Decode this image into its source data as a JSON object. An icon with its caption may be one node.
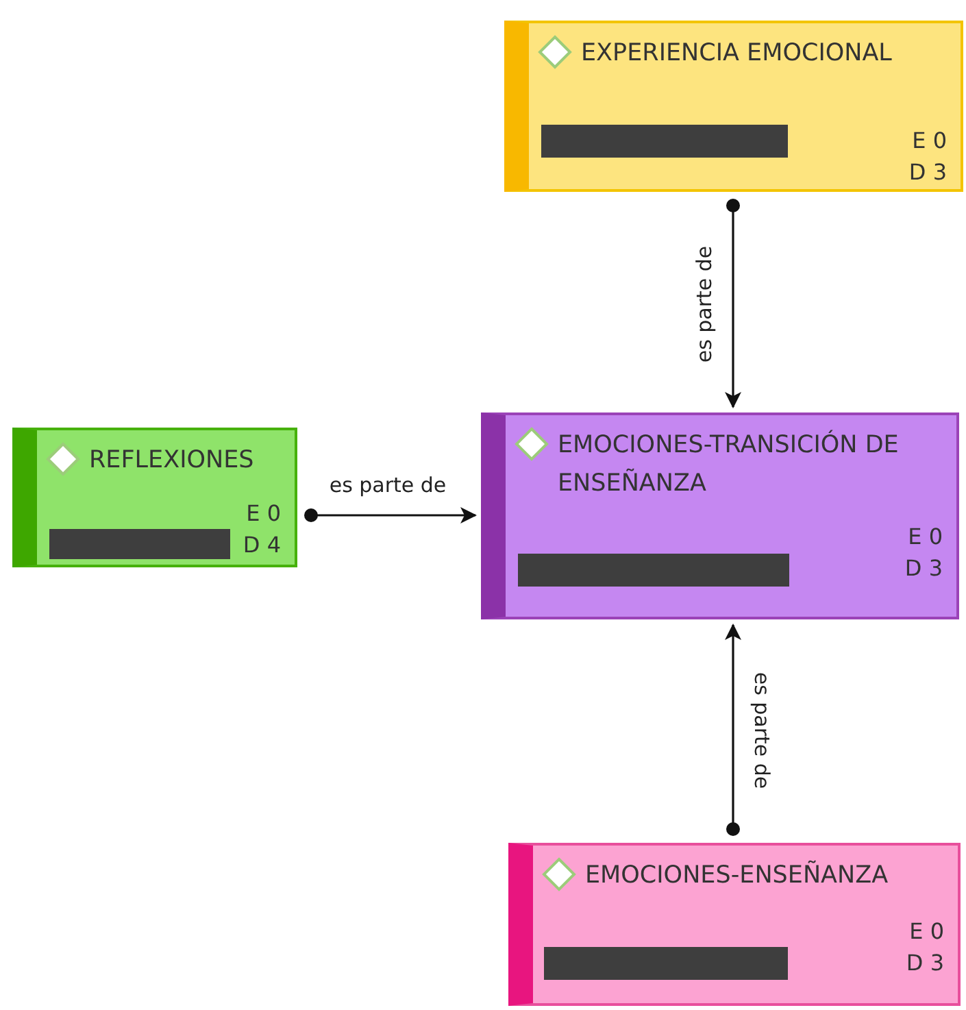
{
  "diagram": {
    "nodes": [
      {
        "text": [
          "EXPERIENCIA EMOCIONAL",
          "E 0",
          "D 3"
        ]
      },
      {
        "text": [
          "REFLEXIONES",
          "E 0",
          "D 4"
        ]
      },
      {
        "text": [
          "EMOCIONES-TRANSICIÓN DE ENSEÑANZA",
          "E 0",
          "D 3"
        ]
      },
      {
        "text": [
          "EMOCIONES-ENSEÑANZA",
          "E 0",
          "D 3"
        ]
      }
    ],
    "edges": [
      {
        "from": 0,
        "to": 2,
        "arrow": "to",
        "label": "es parte de"
      },
      {
        "from": 1,
        "to": 2,
        "arrow": "to",
        "label": "es parte de"
      },
      {
        "from": 3,
        "to": 2,
        "arrow": "to",
        "label": "es parte de"
      }
    ]
  }
}
